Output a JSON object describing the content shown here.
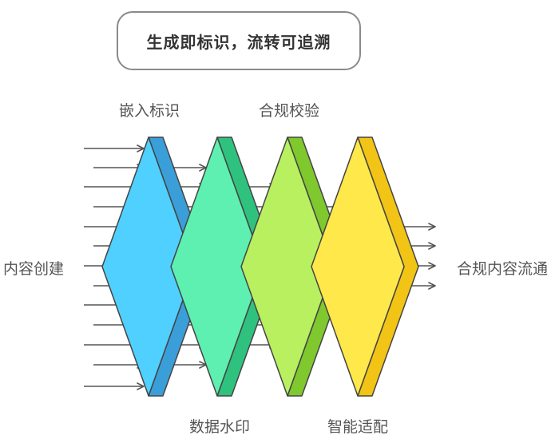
{
  "title": "生成即标识，流转可追溯",
  "stages": [
    {
      "label": "嵌入标识",
      "color_light": "#4fd0ff",
      "color_dark": "#3a9fd8",
      "label_position": "top"
    },
    {
      "label": "数据水印",
      "color_light": "#5ef0b0",
      "color_dark": "#2fc27e",
      "label_position": "bottom"
    },
    {
      "label": "合规校验",
      "color_light": "#b8f060",
      "color_dark": "#7fc82e",
      "label_position": "top"
    },
    {
      "label": "智能适配",
      "color_light": "#ffe84a",
      "color_dark": "#f2c415",
      "label_position": "bottom"
    }
  ],
  "input_label": "内容创建",
  "output_label": "合规内容流通",
  "colors": {
    "arrow": "#555555",
    "outline": "#444444",
    "text": "#555555",
    "title_border": "#8a8a8a"
  }
}
